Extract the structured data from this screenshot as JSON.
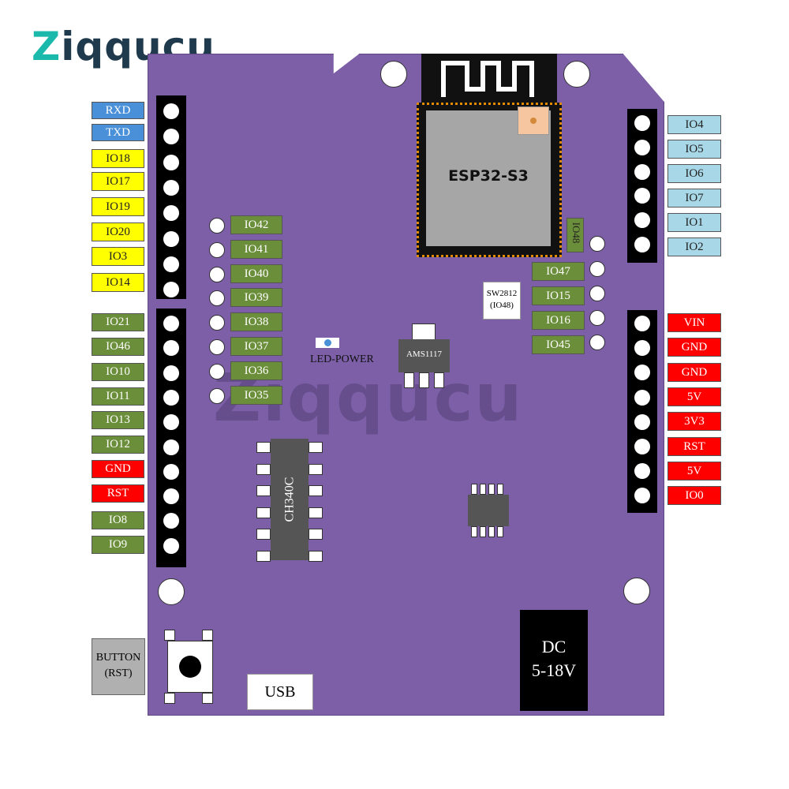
{
  "brand": {
    "logo_initial": "Z",
    "logo_rest": "iqqucu",
    "watermark": "Ziqqucu"
  },
  "colors": {
    "board": "#7d5fa8",
    "blue": "#4a90d9",
    "yellow": "#ffff00",
    "green": "#6b8e3a",
    "red": "#ff0000",
    "cyan": "#a8d8e8"
  },
  "left_labels_top": [
    "RXD",
    "TXD",
    "IO18",
    "IO17",
    "IO19",
    "IO20",
    "IO3",
    "IO14"
  ],
  "left_labels_bottom": [
    "IO21",
    "IO46",
    "IO10",
    "IO11",
    "IO13",
    "IO12",
    "GND",
    "RST",
    "IO8",
    "IO9"
  ],
  "inner_left_labels": [
    "IO42",
    "IO41",
    "IO40",
    "IO39",
    "IO38",
    "IO37",
    "IO36",
    "IO35"
  ],
  "right_labels_top": [
    "IO4",
    "IO5",
    "IO6",
    "IO7",
    "IO1",
    "IO2"
  ],
  "right_labels_bottom": [
    "VIN",
    "GND",
    "GND",
    "5V",
    "3V3",
    "RST",
    "5V",
    "IO0"
  ],
  "inner_right_labels": [
    "IO47",
    "IO15",
    "IO16",
    "IO45"
  ],
  "module": {
    "name": "ESP32-S3",
    "side_label": "IO48"
  },
  "sw_label": {
    "line1": "SW2812",
    "line2": "(IO48)"
  },
  "led_label": "LED-POWER",
  "regulator": "AMS1117",
  "usb_chip": "CH340C",
  "usb_label": "USB",
  "dc": {
    "line1": "DC",
    "line2": "5-18V"
  },
  "button": {
    "line1": "BUTTON",
    "line2": "(RST)"
  }
}
